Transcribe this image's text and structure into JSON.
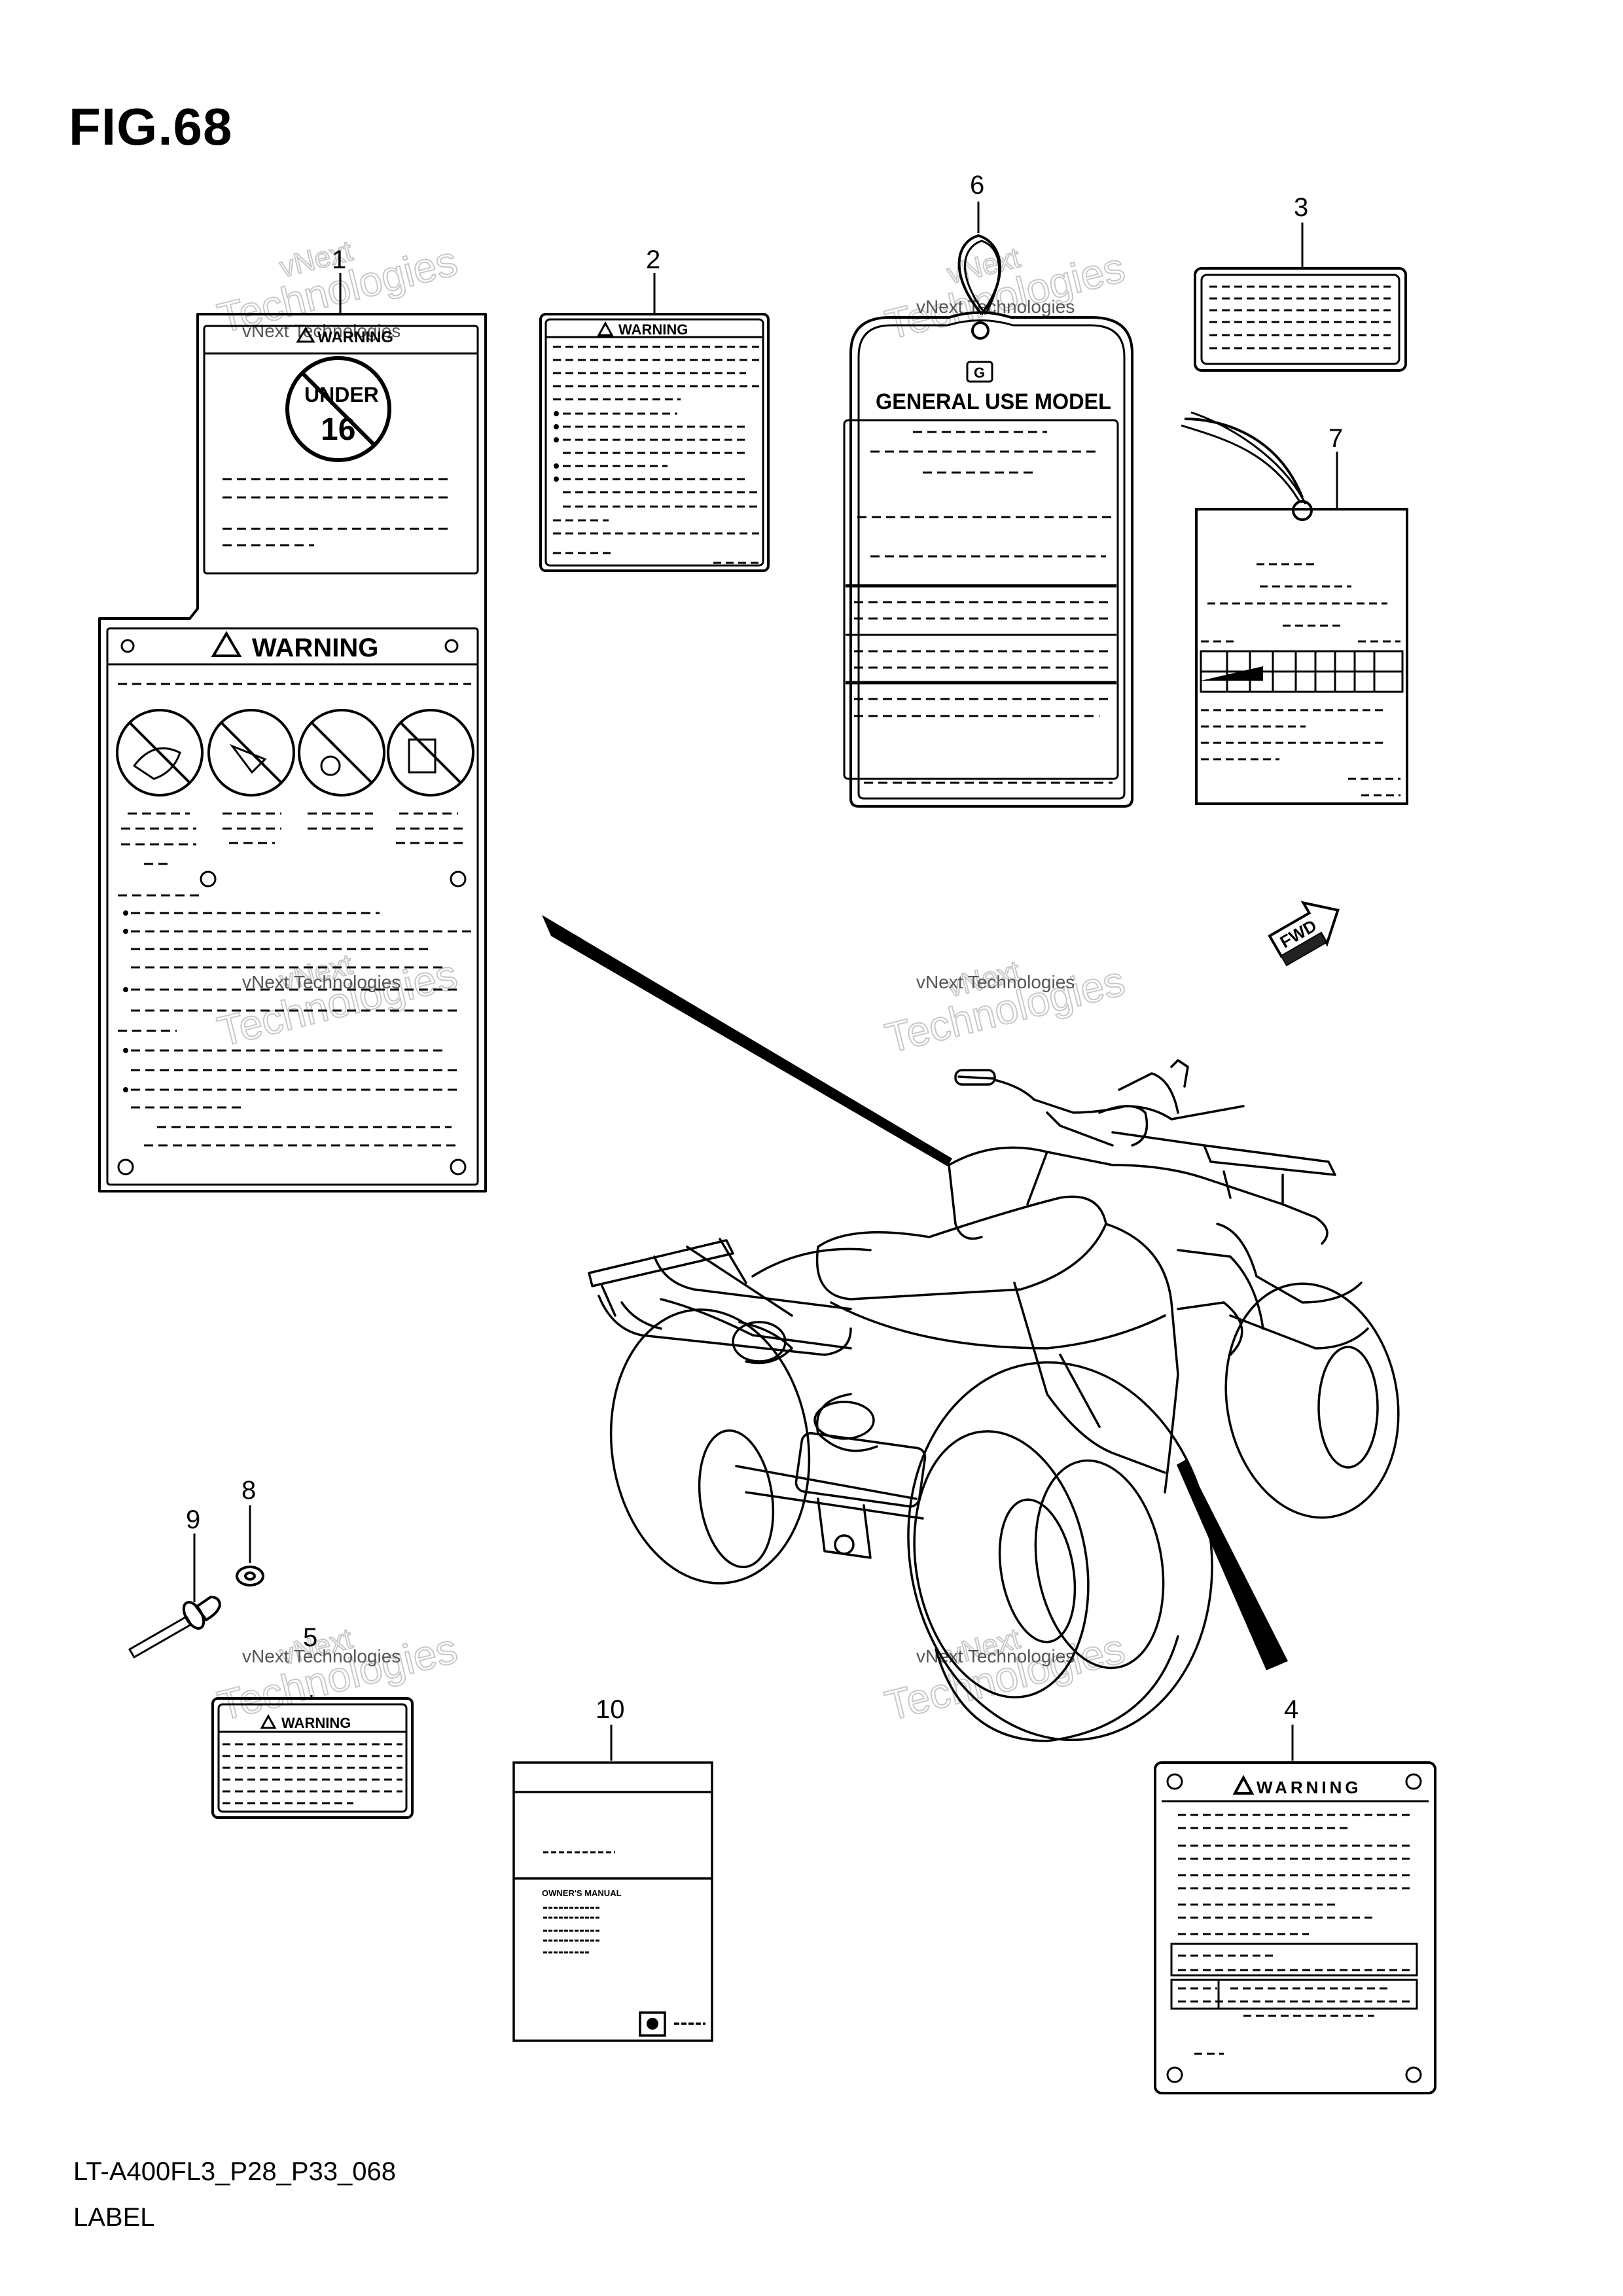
{
  "figure": {
    "title": "FIG.68",
    "code": "LT-A400FL3_P28_P33_068",
    "caption": "LABEL"
  },
  "callouts": [
    "1",
    "2",
    "3",
    "4",
    "5",
    "6",
    "7",
    "8",
    "9",
    "10"
  ],
  "labels": {
    "warning": "WARNING",
    "under": "UNDER",
    "age": "16",
    "general_use_model": "GENERAL USE MODEL",
    "g_mark": "G",
    "fwd": "FWD",
    "owners_manual": "OWNER'S MANUAL"
  },
  "watermark": {
    "line1": "vNext Technologies",
    "line2": "vNext",
    "line3": "Technologies"
  },
  "colors": {
    "ink": "#000000",
    "paper": "#ffffff",
    "watermark": "#bdbdbd"
  }
}
